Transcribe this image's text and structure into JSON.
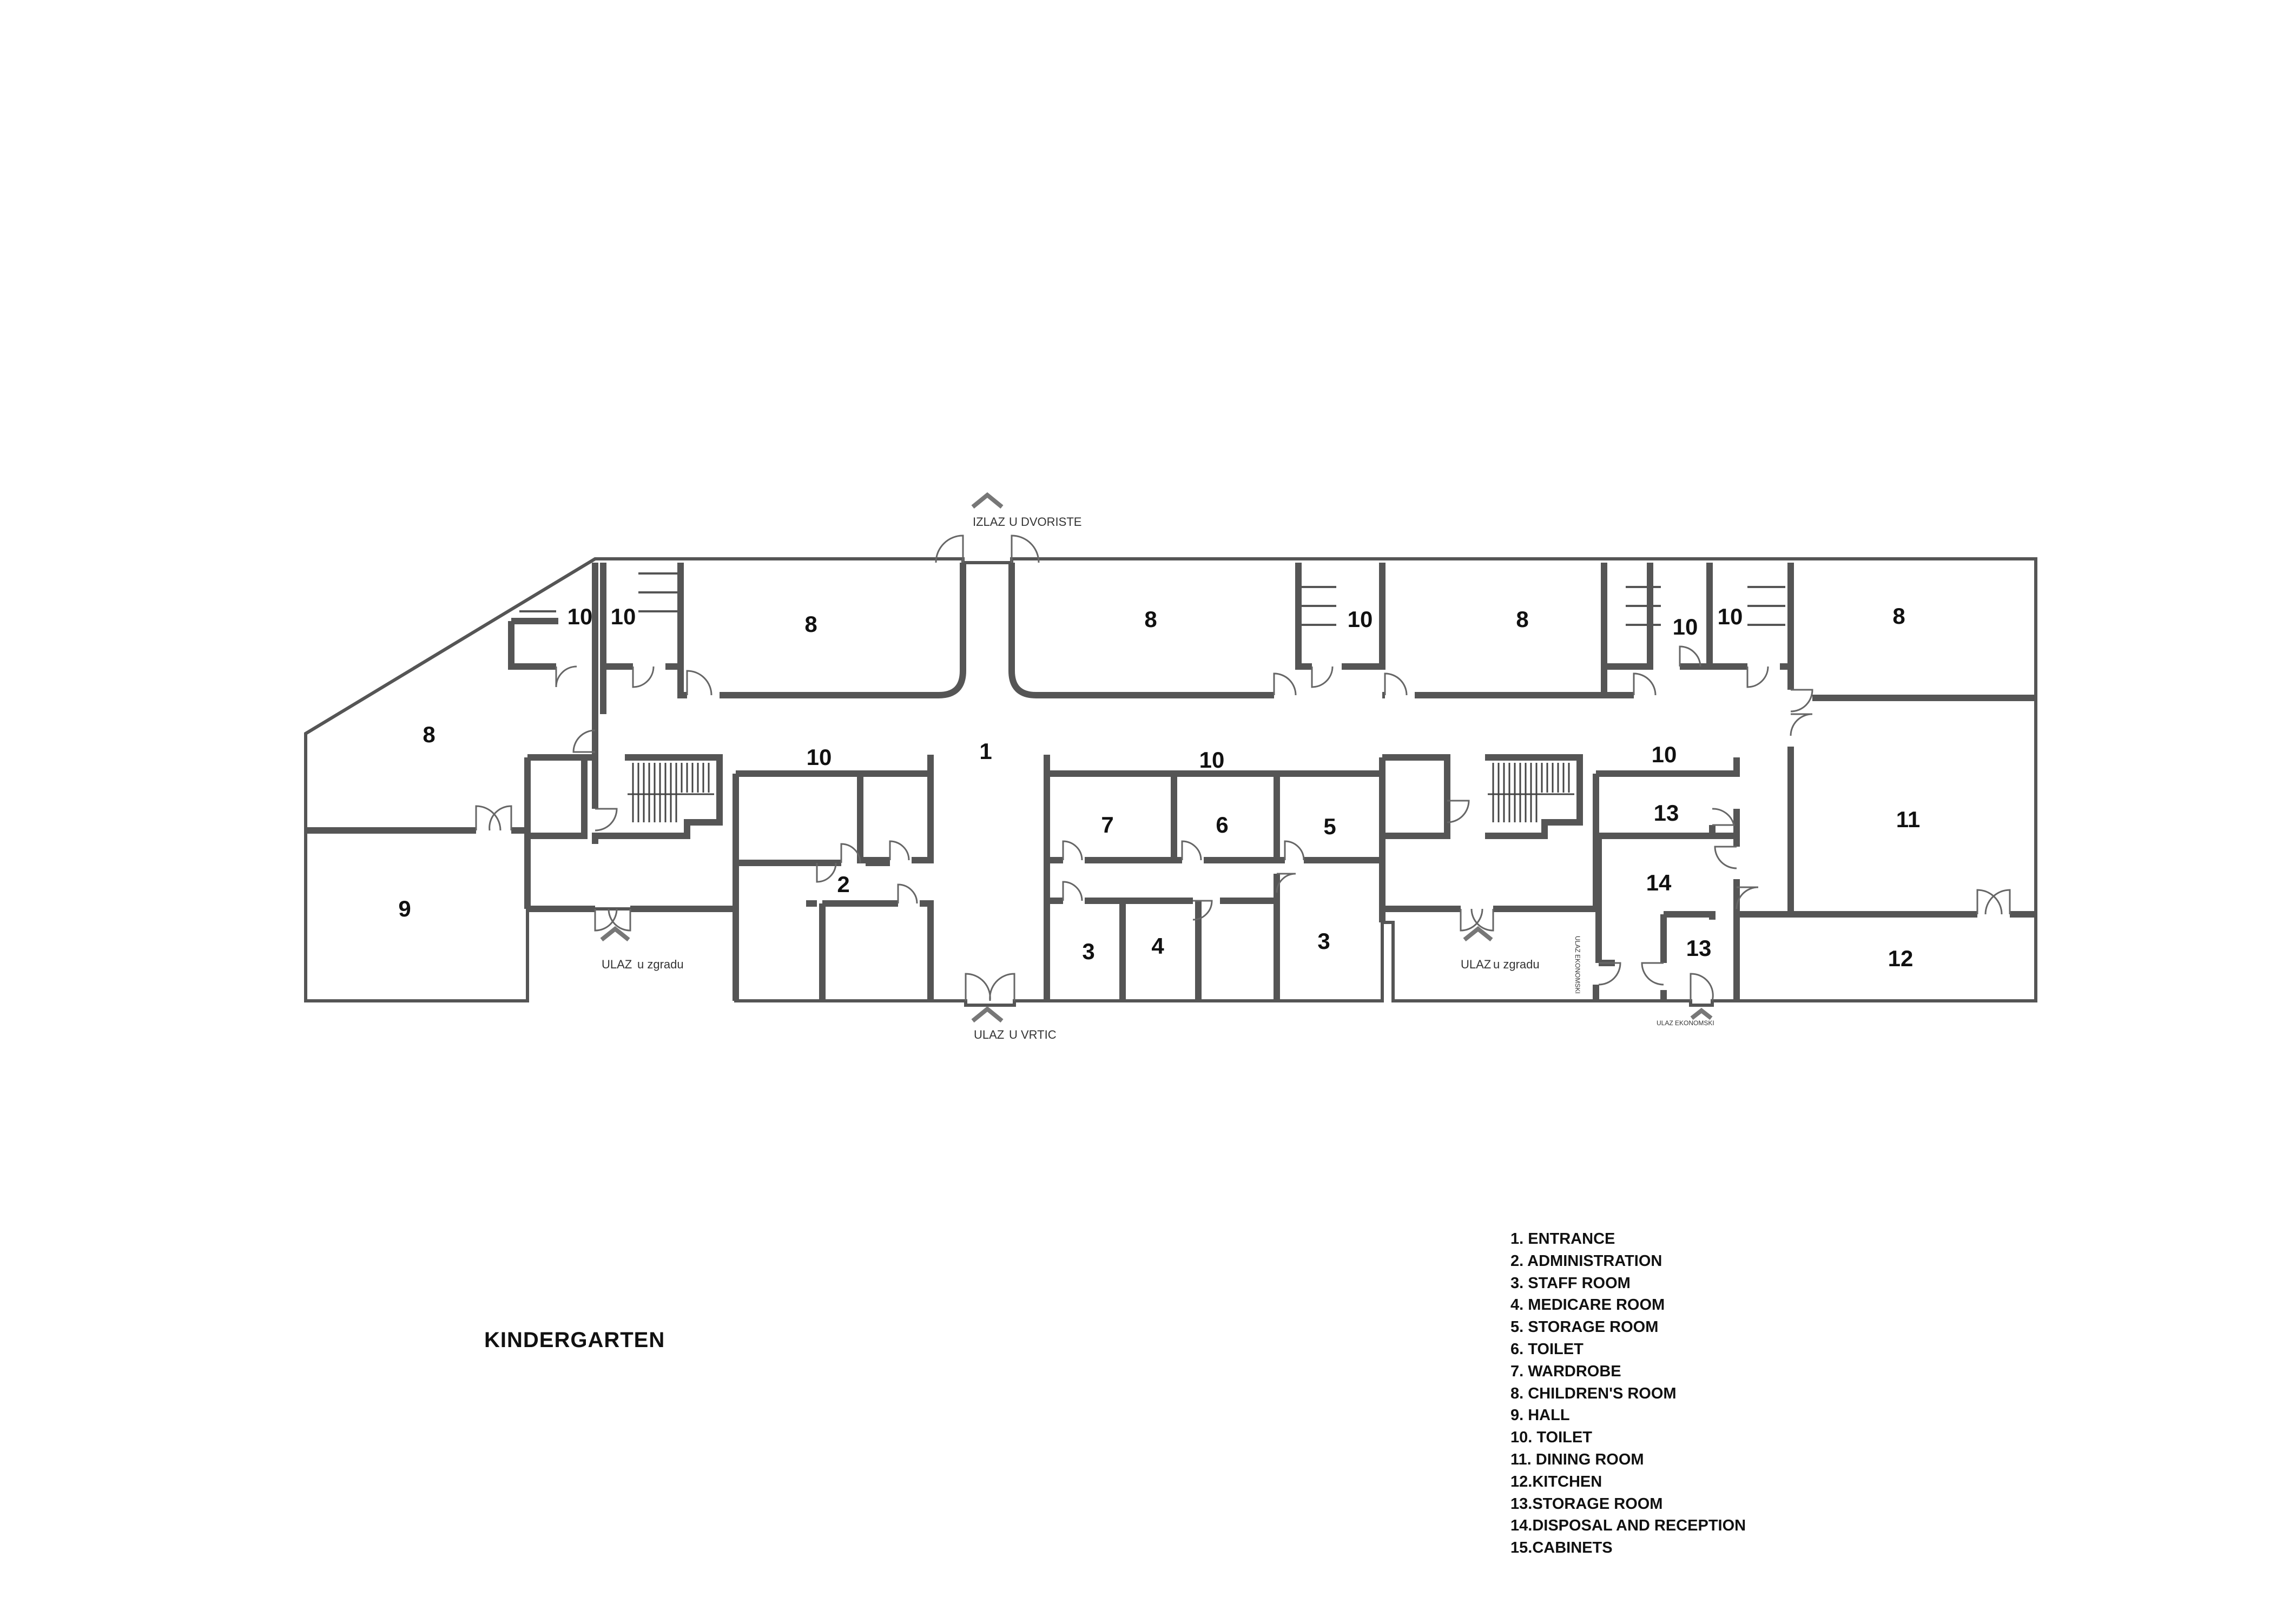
{
  "title": "KINDERGARTEN",
  "legend": [
    "1. ENTRANCE",
    "2. ADMINISTRATION",
    "3. STAFF ROOM",
    "4. MEDICARE ROOM",
    "5. STORAGE ROOM",
    "6. TOILET",
    "7. WARDROBE",
    "8. CHILDREN'S ROOM",
    "9. HALL",
    "10. TOILET",
    "11. DINING ROOM",
    "12.KITCHEN",
    "13.STORAGE ROOM",
    "14.DISPOSAL AND RECEPTION",
    "15.CABINETS"
  ],
  "entrances": {
    "top": {
      "main": "IZLAZ",
      "sub": "U DVORISTE"
    },
    "bottom": {
      "main": "ULAZ",
      "sub": "U VRTIC"
    },
    "left_building": {
      "main": "ULAZ",
      "sub": "u zgradu"
    },
    "right_building": {
      "main": "ULAZ",
      "sub": "u zgradu"
    },
    "service": {
      "main": "ULAZ EKONOMSKI"
    },
    "service_side": {
      "main": "ULAZ EKONOMSKI"
    }
  },
  "room_labels": {
    "r1": "1",
    "r2": "2",
    "r3a": "3",
    "r3b": "3",
    "r4": "4",
    "r5": "5",
    "r6": "6",
    "r7": "7",
    "r8a": "8",
    "r8b": "8",
    "r8c": "8",
    "r8d": "8",
    "r8e": "8",
    "r9": "9",
    "r10a": "10",
    "r10b": "10",
    "r10c": "10",
    "r10d": "10",
    "r10e": "10",
    "r10f": "10",
    "r10g": "10",
    "r10h": "10",
    "r11": "11",
    "r12": "12",
    "r13a": "13",
    "r13b": "13",
    "r14": "14"
  }
}
